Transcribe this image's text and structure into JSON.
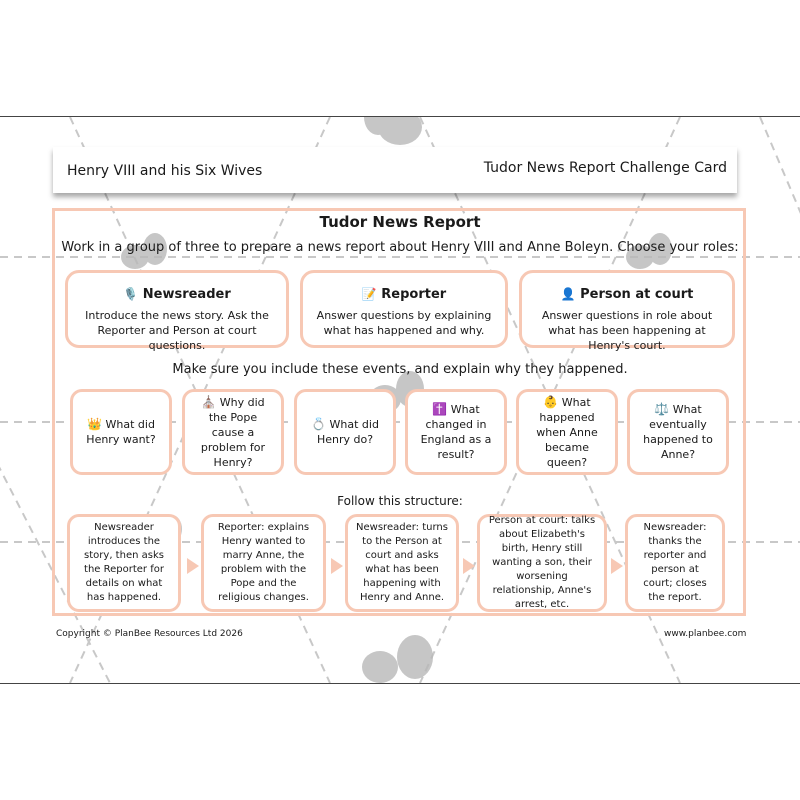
{
  "header": {
    "left_title": "Henry VIII and his Six Wives",
    "right_title": "Tudor News Report Challenge Card"
  },
  "title": "Tudor News Report",
  "intro": "Work in a group of three to prepare a news report about Henry VIII and Anne Boleyn. Choose your roles:",
  "roles": [
    {
      "icon": "🎙️",
      "name": "Newsreader",
      "desc": "Introduce the news story. Ask the Reporter and Person at court questions."
    },
    {
      "icon": "📝",
      "name": "Reporter",
      "desc": "Answer questions by explaining what has happened and why."
    },
    {
      "icon": "👤",
      "name": "Person at court",
      "desc": "Answer questions in role about what has been happening at Henry's court."
    }
  ],
  "events_prompt": "Make sure you include these events, and explain why they happened.",
  "events": [
    {
      "icon": "👑",
      "text": "What did Henry want?"
    },
    {
      "icon": "⛪",
      "text": "Why did the Pope cause a problem for Henry?"
    },
    {
      "icon": "💍",
      "text": "What did Henry do?"
    },
    {
      "icon": "✝️",
      "text": "What changed in England as a result?"
    },
    {
      "icon": "👶",
      "text": "What happened when Anne became queen?"
    },
    {
      "icon": "⚖️",
      "text": "What eventually happened to Anne?"
    }
  ],
  "structure_prompt": "Follow this structure:",
  "steps": [
    "Newsreader introduces the story, then asks the Reporter for details on what has happened.",
    "Reporter: explains Henry wanted to marry Anne, the problem with the Pope and the religious changes.",
    "Newsreader: turns to the Person at court and asks what has been happening with Henry and Anne.",
    "Person at court: talks about Elizabeth's birth, Henry still wanting a son, their worsening relationship, Anne's arrest, etc.",
    "Newsreader: thanks the reporter and person at court; closes the report."
  ],
  "footer": {
    "copyright": "Copyright © PlanBee Resources Ltd 2026",
    "website": "www.planbee.com"
  },
  "colors": {
    "box_border": "#f7c8b4",
    "watermark": "#b8b8b8"
  }
}
